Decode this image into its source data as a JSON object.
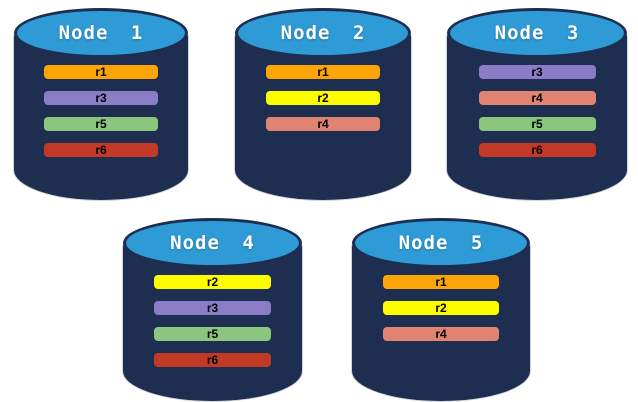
{
  "diagram": {
    "description": "Five database node cylinders showing replica row placement",
    "colors": {
      "cylinder_body": "#1D2E51",
      "cylinder_top": "#2E9AD6",
      "title_text": "#FFFFFF",
      "row_label_text": "#000000",
      "background": "#FFFFFF"
    },
    "row_palette": {
      "r1": "#FCA408",
      "r2": "#FDFD00",
      "r3": "#8B7CC8",
      "r4": "#E08370",
      "r5": "#8AC67E",
      "r6": "#C23A25"
    },
    "nodes": [
      {
        "title": "Node 1",
        "rows": [
          "r1",
          "r3",
          "r5",
          "r6"
        ]
      },
      {
        "title": "Node 2",
        "rows": [
          "r1",
          "r2",
          "r4"
        ]
      },
      {
        "title": "Node 3",
        "rows": [
          "r3",
          "r4",
          "r5",
          "r6"
        ]
      },
      {
        "title": "Node 4",
        "rows": [
          "r2",
          "r3",
          "r5",
          "r6"
        ]
      },
      {
        "title": "Node 5",
        "rows": [
          "r1",
          "r2",
          "r4"
        ]
      }
    ]
  }
}
